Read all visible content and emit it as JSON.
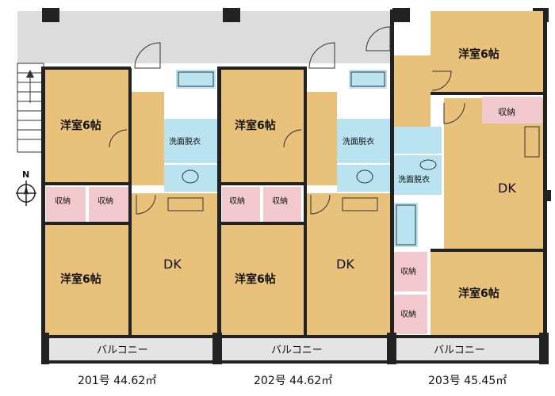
{
  "units": [
    {
      "id": "201",
      "caption": "201号 44.62㎡",
      "labels": {
        "room_top": "洋室6帖",
        "room_bottom": "洋室6帖",
        "dk": "DK",
        "storage_a": "収納",
        "storage_b": "収納",
        "wash": "洗面脱衣",
        "balcony": "バルコニー"
      }
    },
    {
      "id": "202",
      "caption": "202号 44.62㎡",
      "labels": {
        "room_top": "洋室6帖",
        "room_bottom": "洋室6帖",
        "dk": "DK",
        "storage_a": "収納",
        "storage_b": "収納",
        "wash": "洗面脱衣",
        "balcony": "バルコニー"
      }
    },
    {
      "id": "203",
      "caption": "203号 45.45㎡",
      "labels": {
        "room_top": "洋室6帖",
        "room_bottom": "洋室6帖",
        "dk": "DK",
        "storage_top": "収納",
        "storage_a": "収納",
        "storage_b": "収納",
        "wash": "洗面脱衣",
        "balcony": "バルコニー"
      }
    }
  ],
  "compass": {
    "north": "N"
  }
}
